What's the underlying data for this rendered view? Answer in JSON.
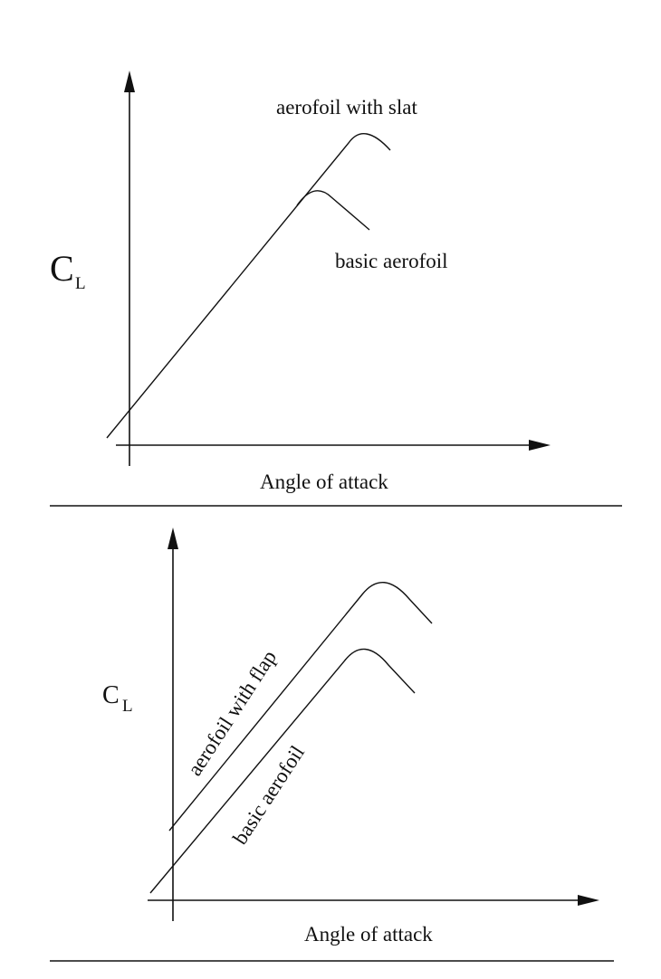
{
  "colors": {
    "ink": "#111111",
    "background": "#ffffff"
  },
  "top_panel": {
    "y_label": "C",
    "y_label_sub": "L",
    "x_label": "Angle of attack",
    "curves": [
      {
        "label": "aerofoil with slat"
      },
      {
        "label": "basic aerofoil"
      }
    ]
  },
  "bottom_panel": {
    "y_label": "C",
    "y_label_sub": "L",
    "x_label": "Angle of attack",
    "curves": [
      {
        "label": "aerofoil with flap"
      },
      {
        "label": "basic aerofoil"
      }
    ]
  }
}
